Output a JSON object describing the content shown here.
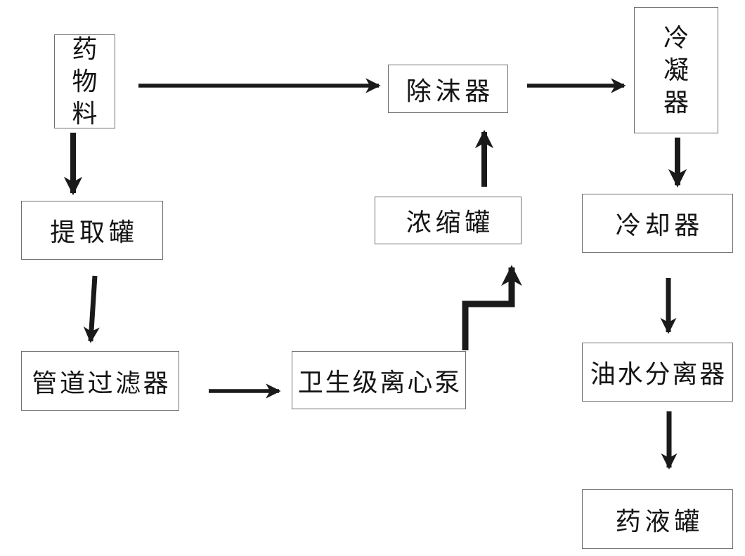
{
  "diagram": {
    "type": "flowchart",
    "background_color": "#ffffff",
    "arrow_color": "#1a1a1a",
    "box_border_color": "#6e6e6e",
    "text_color": "#141414",
    "nodes": [
      {
        "id": "drug-material",
        "label": "药物料",
        "text_orientation": "vertical"
      },
      {
        "id": "demister",
        "label": "除沫器",
        "text_orientation": "horizontal"
      },
      {
        "id": "condenser",
        "label": "冷凝器",
        "text_orientation": "vertical"
      },
      {
        "id": "extraction-tank",
        "label": "提取罐",
        "text_orientation": "horizontal"
      },
      {
        "id": "concentration-tank",
        "label": "浓缩罐",
        "text_orientation": "horizontal"
      },
      {
        "id": "cooler",
        "label": "冷却器",
        "text_orientation": "horizontal"
      },
      {
        "id": "pipeline-filter",
        "label": "管道过滤器",
        "text_orientation": "horizontal"
      },
      {
        "id": "sanitary-centrifugal-pump",
        "label": "卫生级离心泵",
        "text_orientation": "horizontal"
      },
      {
        "id": "oil-water-separator",
        "label": "油水分离器",
        "text_orientation": "horizontal"
      },
      {
        "id": "medicine-liquid-tank",
        "label": "药液罐",
        "text_orientation": "horizontal"
      }
    ],
    "edges": [
      {
        "from": "药物料",
        "to": "除沫器",
        "shape": "straight"
      },
      {
        "from": "除沫器",
        "to": "冷凝器",
        "shape": "straight"
      },
      {
        "from": "药物料",
        "to": "提取罐",
        "shape": "straight"
      },
      {
        "from": "提取罐",
        "to": "管道过滤器",
        "shape": "straight"
      },
      {
        "from": "管道过滤器",
        "to": "卫生级离心泵",
        "shape": "straight"
      },
      {
        "from": "卫生级离心泵",
        "to": "浓缩罐",
        "shape": "elbow"
      },
      {
        "from": "浓缩罐",
        "to": "除沫器",
        "shape": "straight"
      },
      {
        "from": "冷凝器",
        "to": "冷却器",
        "shape": "straight"
      },
      {
        "from": "冷却器",
        "to": "油水分离器",
        "shape": "straight"
      },
      {
        "from": "油水分离器",
        "to": "药液罐",
        "shape": "straight"
      }
    ]
  }
}
